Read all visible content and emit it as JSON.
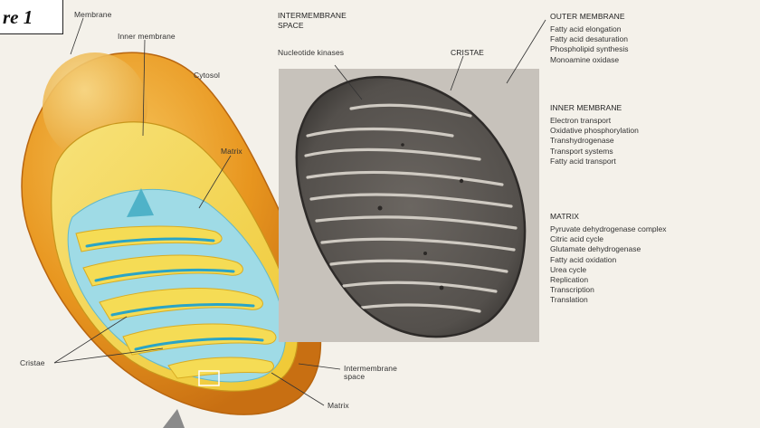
{
  "figure_label": "re 1",
  "diagram_labels": {
    "membrane": "Membrane",
    "inner_membrane": "Inner membrane",
    "cytosol": "Cytosol",
    "matrix": "Matrix",
    "cristae": "Cristae",
    "intermembrane_space_lower": "Intermembrane space",
    "matrix_lower": "Matrix"
  },
  "micrograph_labels": {
    "intermembrane_space": "INTERMEMBRANE SPACE",
    "nucleotide_kinases": "Nucleotide kinases",
    "cristae": "CRISTAE"
  },
  "functions": {
    "outer_membrane": {
      "heading": "OUTER MEMBRANE",
      "items": [
        "Fatty acid elongation",
        "Fatty acid desaturation",
        "Phospholipid synthesis",
        "Monoamine oxidase"
      ]
    },
    "inner_membrane": {
      "heading": "INNER MEMBRANE",
      "items": [
        "Electron transport",
        "Oxidative phosphorylation",
        "Transhydrogenase",
        "Transport systems",
        "Fatty acid transport"
      ]
    },
    "matrix": {
      "heading": "MATRIX",
      "items": [
        "Pyruvate dehydrogenase complex",
        "Citric acid cycle",
        "Glutamate dehydrogenase",
        "Fatty acid oxidation",
        "Urea cycle",
        "Replication",
        "Transcription",
        "Translation"
      ]
    }
  },
  "colors": {
    "outer": "#e8961f",
    "inner": "#f2d23a",
    "matrix": "#9fdbe6",
    "cristae_fill": "#f5dc55",
    "micrograph": "#5e5a56"
  }
}
